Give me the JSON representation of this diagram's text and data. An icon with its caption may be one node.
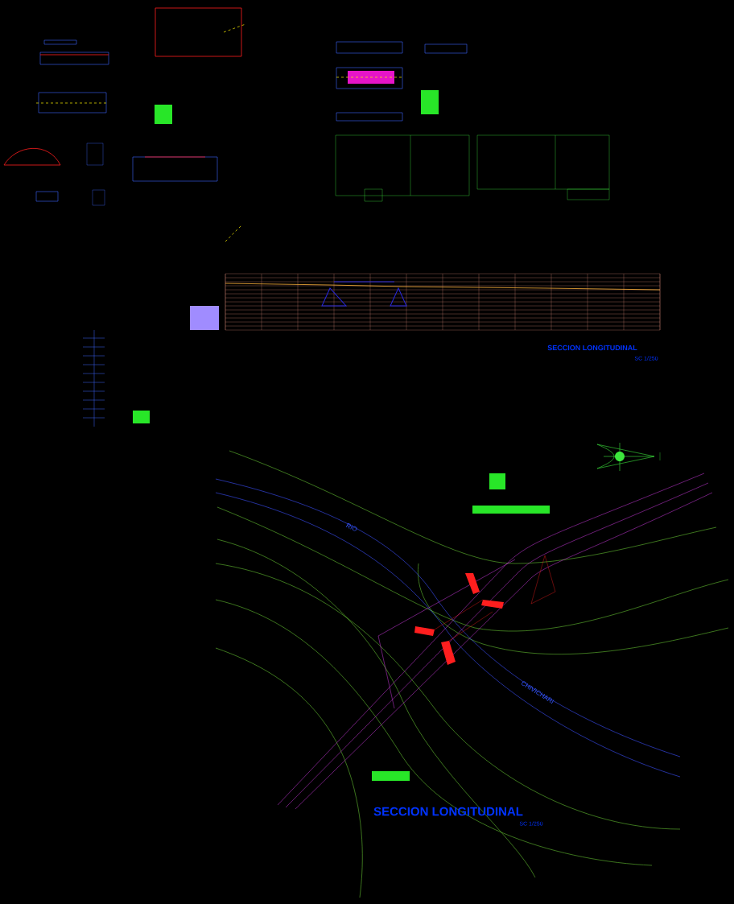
{
  "diagram": {
    "labels": [
      "SECCION LONGITUDINAL",
      "SC 1/250",
      "RIO",
      "CHIVICHARI",
      "SECCION LONGITUDINAL",
      "SC 1/250"
    ]
  }
}
